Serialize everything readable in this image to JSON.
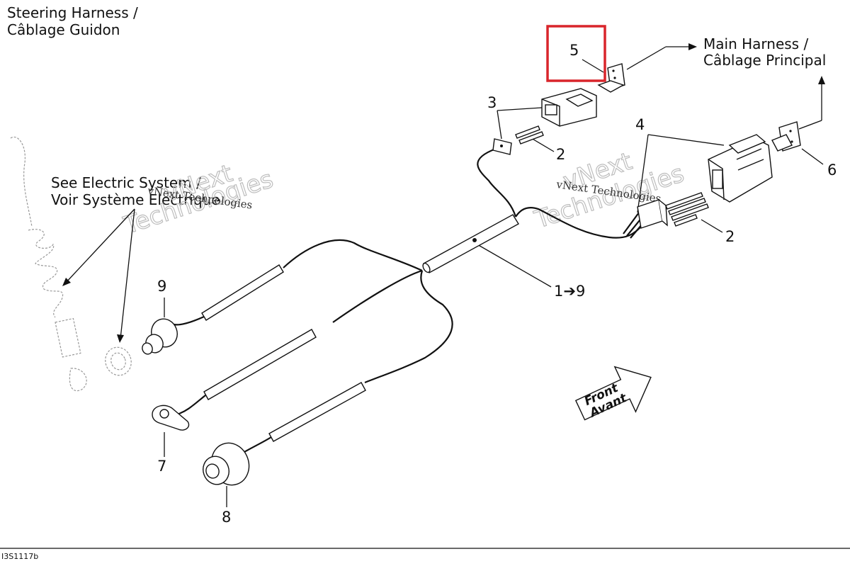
{
  "labels": {
    "steering_line1": "Steering Harness /",
    "steering_line2": "Câblage Guidon",
    "main_line1": "Main Harness  /",
    "main_line2": "Câblage Principal",
    "see_line1": "See Electric System /",
    "see_line2": "Voir Système Electrique"
  },
  "callouts": {
    "c1": "1➔9",
    "c2a": "2",
    "c2b": "2",
    "c3": "3",
    "c4": "4",
    "c5": "5",
    "c6": "6",
    "c7": "7",
    "c8": "8",
    "c9": "9"
  },
  "front": {
    "line1": "Front",
    "line2": "Avant"
  },
  "watermark": {
    "small1": "vNext Technologies",
    "small2": "vNext Technologies",
    "big1": "vNext",
    "big2": "Technologies"
  },
  "figure_code": "I3S1117b",
  "highlight_color": "#d9252b"
}
